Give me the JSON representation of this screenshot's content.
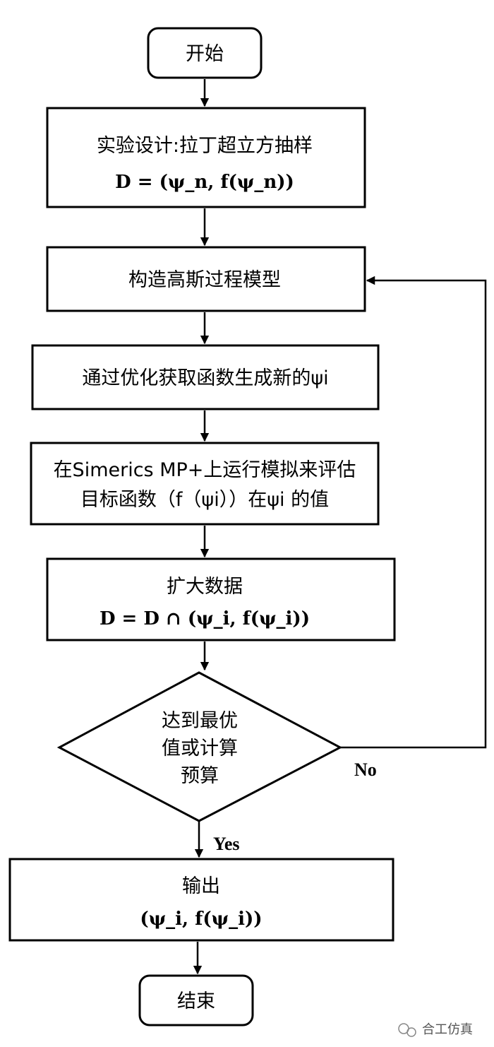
{
  "nodes": {
    "start": "开始",
    "design": {
      "line1": "实验设计:拉丁超立方抽样",
      "line2": "D = (ψ_n, f(ψ_n))"
    },
    "gp_model": "构造高斯过程模型",
    "acquire": "通过优化获取函数生成新的ψi",
    "simulate": {
      "line1": "在Simerics MP+上运行模拟来评估",
      "line2": "目标函数（f（ψi））在ψi 的值"
    },
    "augment": {
      "line1": "扩大数据",
      "line2": "D = D ∩ (ψ_i, f(ψ_i))"
    },
    "decision": {
      "line1": "达到最优",
      "line2": "值或计算",
      "line3": "预算"
    },
    "output": {
      "line1": "输出",
      "line2": "(ψ_i, f(ψ_i))"
    },
    "end": "结束"
  },
  "edges": {
    "no_label": "No",
    "yes_label": "Yes"
  },
  "watermark": {
    "text": "合工仿真",
    "icon": "wechat-icon"
  }
}
